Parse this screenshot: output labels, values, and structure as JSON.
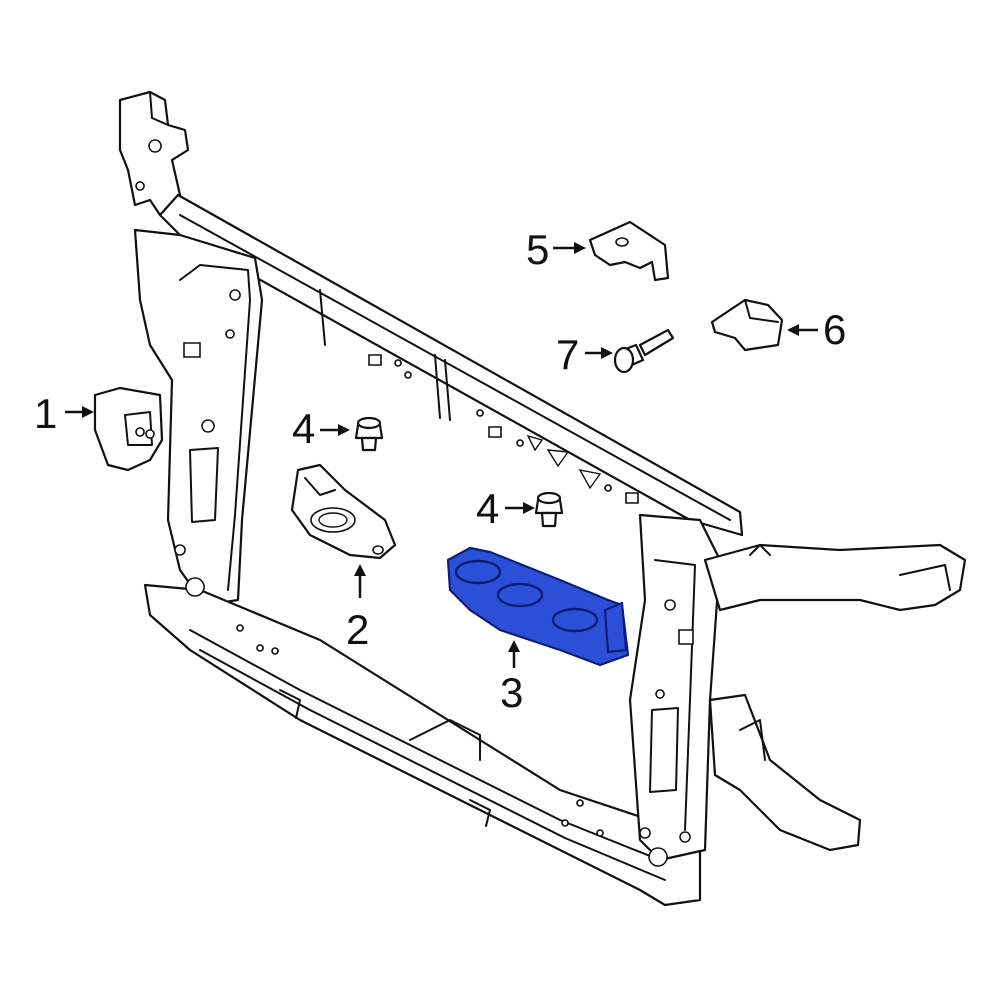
{
  "colors": {
    "highlight": "#2b4fd6",
    "highlight_stroke": "#0d1e7a",
    "line": "#111111",
    "background": "#ffffff"
  },
  "callouts": [
    {
      "id": "1",
      "label": "1"
    },
    {
      "id": "2",
      "label": "2"
    },
    {
      "id": "3",
      "label": "3"
    },
    {
      "id": "4a",
      "label": "4"
    },
    {
      "id": "4b",
      "label": "4"
    },
    {
      "id": "5",
      "label": "5"
    },
    {
      "id": "6",
      "label": "6"
    },
    {
      "id": "7",
      "label": "7"
    }
  ],
  "highlighted_part": "3"
}
